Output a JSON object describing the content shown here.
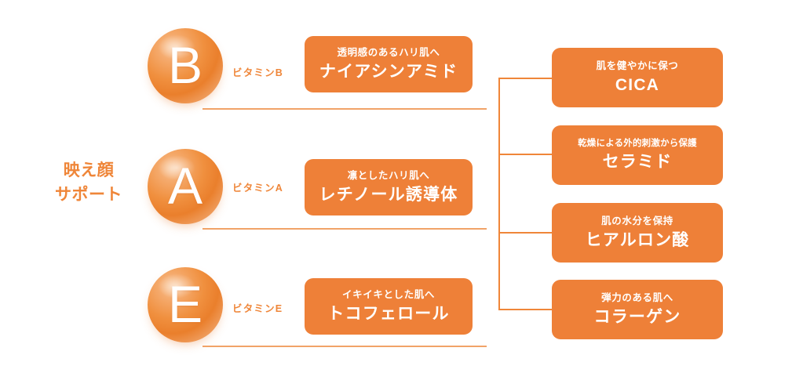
{
  "heading": {
    "line1": "映え顔",
    "line2": "サポート",
    "color": "#ef8639"
  },
  "colors": {
    "box_orange": "#ee8038",
    "line_orange": "#ef8639",
    "underline_orange": "#f1a368",
    "text_white": "#ffffff"
  },
  "vitamins": [
    {
      "letter": "B",
      "label": "ビタミンB",
      "benefit": "透明感のあるハリ肌へ",
      "ingredient": "ナイアシンアミド"
    },
    {
      "letter": "A",
      "label": "ビタミンA",
      "benefit": "凛としたハリ肌へ",
      "ingredient": "レチノール誘導体"
    },
    {
      "letter": "E",
      "label": "ビタミンE",
      "benefit": "イキイキとした肌へ",
      "ingredient": "トコフェロール"
    }
  ],
  "ingredients": [
    {
      "benefit": "肌を健やかに保つ",
      "name": "CICA"
    },
    {
      "benefit": "乾燥による外的刺激から保護",
      "name": "セラミド"
    },
    {
      "benefit": "肌の水分を保持",
      "name": "ヒアルロン酸"
    },
    {
      "benefit": "弾力のある肌へ",
      "name": "コラーゲン"
    }
  ]
}
